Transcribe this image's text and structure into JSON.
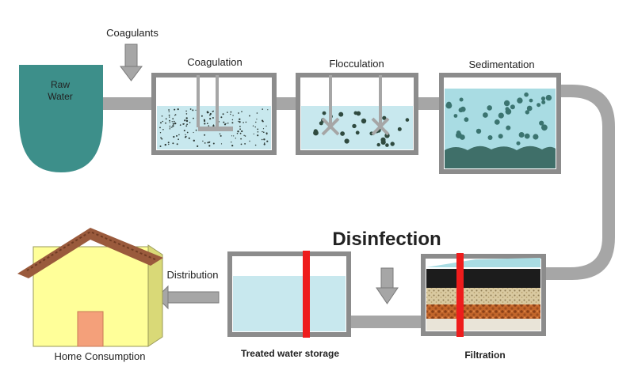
{
  "labels": {
    "coagulants": "Coagulants",
    "raw_water_line1": "Raw",
    "raw_water_line2": "Water",
    "coagulation": "Coagulation",
    "flocculation": "Flocculation",
    "sedimentation": "Sedimentation",
    "disinfection": "Disinfection",
    "distribution": "Distribution",
    "home_consumption": "Home Consumption",
    "treated_water_storage": "Treated water storage",
    "filtration": "Filtration"
  },
  "colors": {
    "pipe": "#a6a6a6",
    "pipe_edge": "#8a8a8a",
    "tank_wall": "#8c8c8c",
    "water_light": "#c8e8ee",
    "water_mid": "#a9dce3",
    "raw_water": "#3d8f8a",
    "particle": "#2d3a36",
    "floc": "#2f4a3f",
    "sediment": "#3f6f69",
    "sed_dot": "#3b7470",
    "disinfect_red": "#ee1c1c",
    "house_wall": "#ffff99",
    "roof": "#9a5a3c",
    "door": "#f4a07a"
  },
  "icons": [
    "coagulant-dose-arrow",
    "disinfectant-dose-arrow",
    "distribution-arrow",
    "mixer-paddle"
  ]
}
